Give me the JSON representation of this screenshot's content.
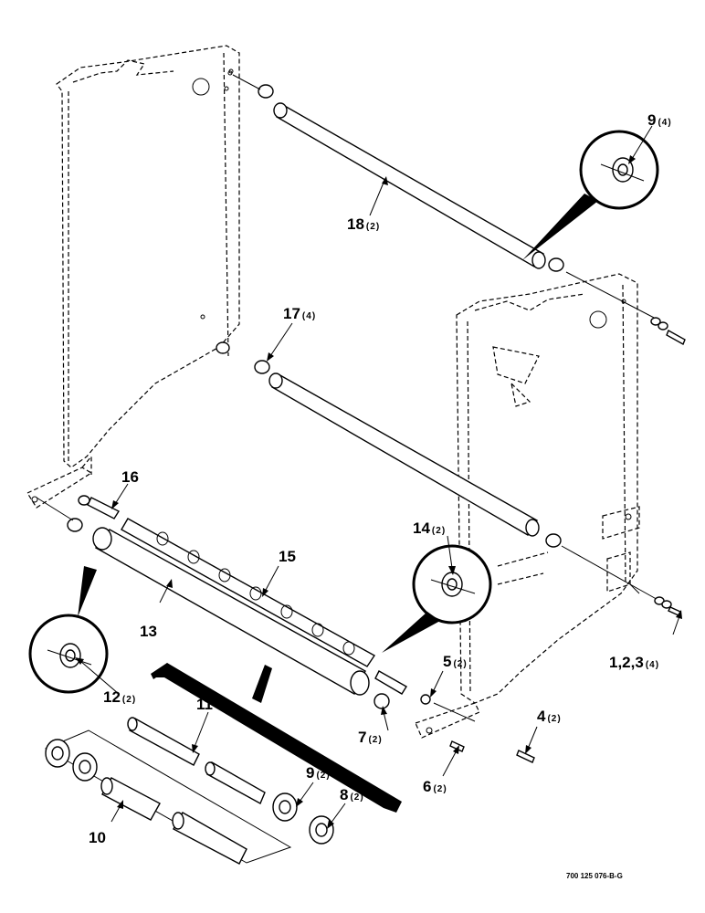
{
  "callouts": {
    "c1": {
      "num": "9",
      "qty": "(4)"
    },
    "c2": {
      "num": "18",
      "qty": "(2)"
    },
    "c3": {
      "num": "17",
      "qty": "(4)"
    },
    "c4": {
      "num": "16",
      "qty": ""
    },
    "c5": {
      "num": "15",
      "qty": ""
    },
    "c6": {
      "num": "14",
      "qty": "(2)"
    },
    "c7": {
      "num": "13",
      "qty": ""
    },
    "c8": {
      "num": "12",
      "qty": "(2)"
    },
    "c9": {
      "num": "11",
      "qty": ""
    },
    "c10": {
      "num": "5",
      "qty": "(2)"
    },
    "c11": {
      "num": "7",
      "qty": "(2)"
    },
    "c12": {
      "num": "1,2,3",
      "qty": "(4)"
    },
    "c13": {
      "num": "4",
      "qty": "(2)"
    },
    "c14": {
      "num": "9",
      "qty": "(2)"
    },
    "c15": {
      "num": "8",
      "qty": "(2)"
    },
    "c16": {
      "num": "6",
      "qty": "(2)"
    },
    "c17": {
      "num": "10",
      "qty": ""
    }
  },
  "drawing_number": "700 125 076-B-G"
}
